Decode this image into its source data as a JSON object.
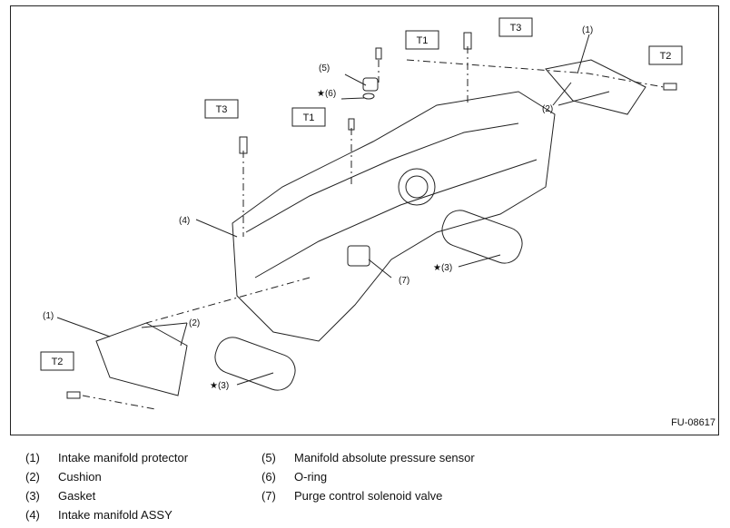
{
  "figure": {
    "code": "FU-08617",
    "torque_boxes": [
      "T1",
      "T3",
      "T2",
      "T3",
      "T1",
      "T2"
    ],
    "callouts": [
      "(1)",
      "(5)",
      "(2)",
      "★(6)",
      "(4)",
      "(7)",
      "★(3)",
      "(1)",
      "(2)",
      "★(3)"
    ]
  },
  "legend": [
    {
      "num": "(1)",
      "text": "Intake manifold protector"
    },
    {
      "num": "(2)",
      "text": "Cushion"
    },
    {
      "num": "(3)",
      "text": "Gasket"
    },
    {
      "num": "(4)",
      "text": "Intake manifold ASSY"
    },
    {
      "num": "(5)",
      "text": "Manifold absolute pressure sensor"
    },
    {
      "num": "(6)",
      "text": "O-ring"
    },
    {
      "num": "(7)",
      "text": "Purge control solenoid valve"
    }
  ]
}
